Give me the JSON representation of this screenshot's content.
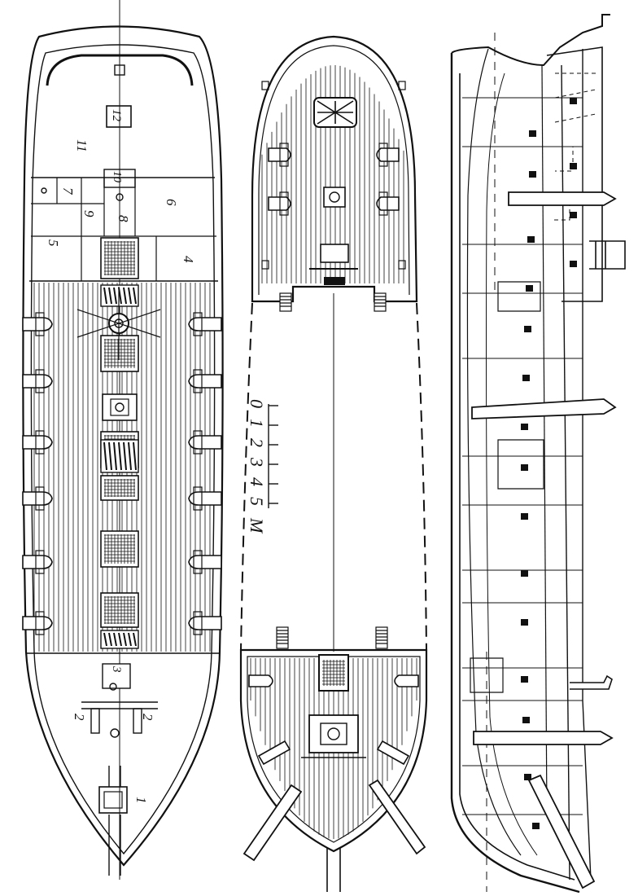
{
  "labels": {
    "n1": "1",
    "n2a": "2",
    "n2b": "2",
    "n3": "3",
    "n4": "4",
    "n5": "5",
    "n6": "6",
    "n7": "7",
    "n8": "8",
    "n9": "9",
    "n10": "10",
    "n11": "11",
    "n12": "12"
  },
  "scale": {
    "ticks": [
      "0",
      "1",
      "2",
      "3",
      "4",
      "5"
    ],
    "unit": "М"
  },
  "colors": {
    "ink": "#111111",
    "paper": "#ffffff"
  }
}
